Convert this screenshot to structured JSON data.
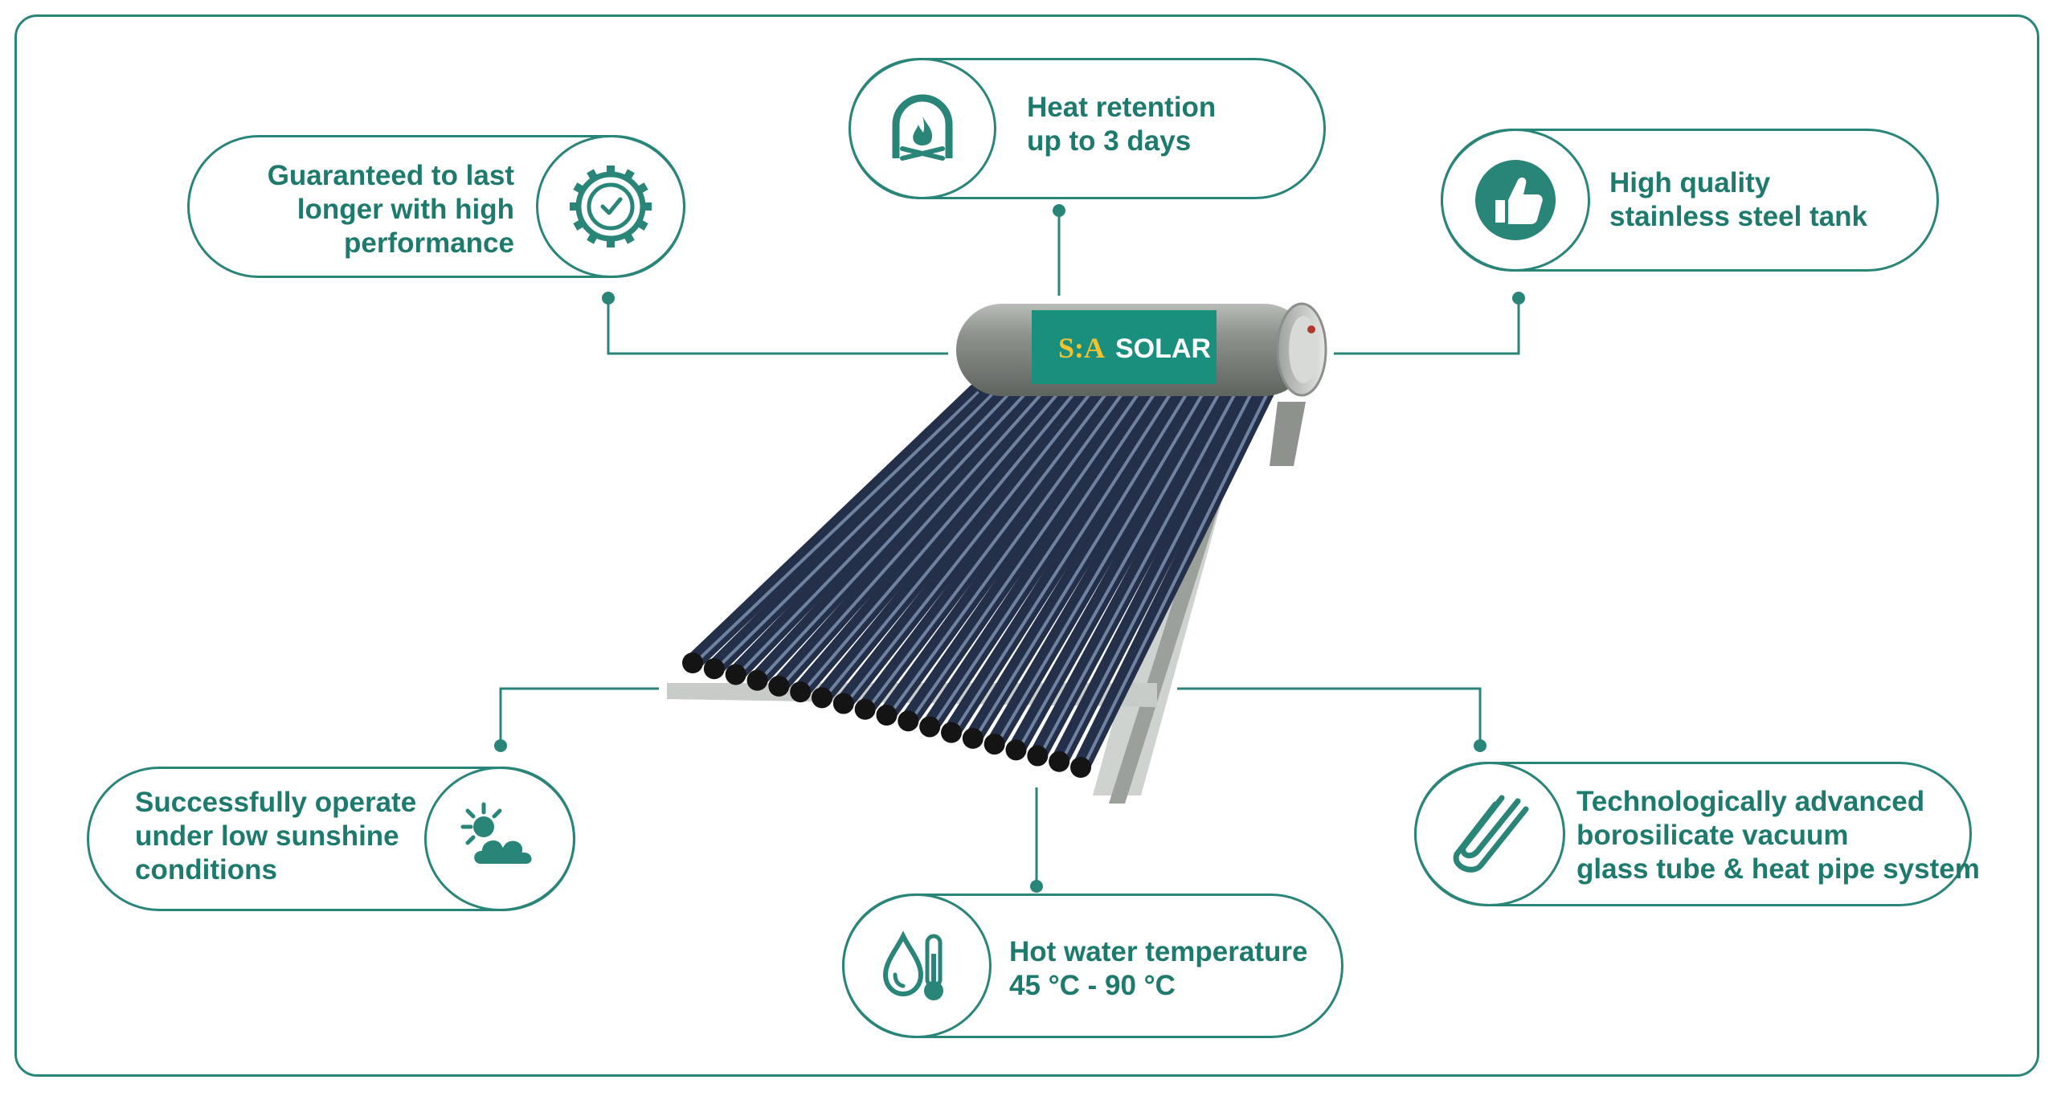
{
  "colors": {
    "accent": "#2a8579",
    "text": "#1d7a6c",
    "brand_yellow": "#f2c230"
  },
  "brand": {
    "mark": "S:A",
    "name": "SOLAR"
  },
  "features": {
    "durability": {
      "icon": "gear-clock-icon",
      "lines": [
        "Guaranteed to last",
        "longer with high",
        "performance"
      ]
    },
    "heat_retention": {
      "icon": "flame-arch-icon",
      "lines": [
        "Heat retention",
        "up to 3 days"
      ]
    },
    "tank": {
      "icon": "thumbs-up-icon",
      "lines": [
        "High quality",
        "stainless steel tank"
      ]
    },
    "low_sunshine": {
      "icon": "sun-cloud-icon",
      "lines": [
        "Successfully operate",
        "under low sunshine",
        "conditions"
      ]
    },
    "temperature": {
      "icon": "thermometer-drop-icon",
      "lines": [
        "Hot water temperature",
        "45 °C - 90 °C"
      ]
    },
    "tube": {
      "icon": "vacuum-tube-icon",
      "lines": [
        "Technologically advanced",
        "borosilicate vacuum",
        "glass tube & heat pipe system"
      ]
    }
  }
}
